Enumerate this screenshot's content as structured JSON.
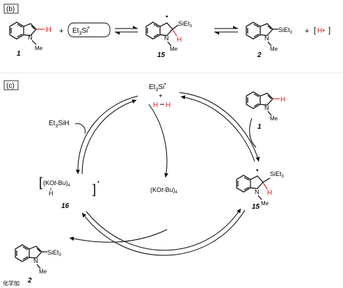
{
  "panels": {
    "b": {
      "tag": "(b)"
    },
    "c": {
      "tag": "(c)"
    }
  },
  "labels": {
    "N": "N",
    "Me": "Me",
    "H": "H",
    "plus": "+",
    "radical_dot": "•",
    "SiEt3": "SiEt",
    "sub3": "3",
    "Et3Si_radical": "Et",
    "Et3Si_si": "Si",
    "Et3SiH": "Et",
    "Et3SiH_si": "SiH",
    "KOtBu_open": "(KO",
    "KOtBu_t": "t",
    "KOtBu_close": "-Bu)",
    "KOtBu_sub": "4",
    "H_dot": "H•",
    "H_H": "H—H",
    "watermark": "化学加"
  },
  "compounds": {
    "c1": "1",
    "c15": "15",
    "c2": "2",
    "c16": "16"
  },
  "colors": {
    "red": "#e02020",
    "black": "#000000"
  }
}
